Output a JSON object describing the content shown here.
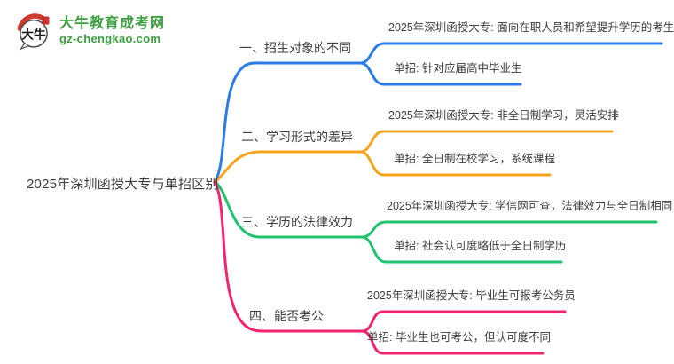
{
  "site": {
    "logo_icon": "daniu-ox-seal-logo",
    "logo_title": "大牛教育成考网",
    "logo_domain": "gz-chengkao.com",
    "brand_green": "#3c9e40",
    "seal_red": "#c8332b"
  },
  "mindmap": {
    "root": {
      "label": "2025年深圳函授大专与单招区别"
    },
    "text_color": "#3d3d3d",
    "branches": [
      {
        "label": "一、招生对象的不同",
        "color": "#2b7ce5",
        "children": [
          {
            "label": "2025年深圳函授大专: 面向在职人员和希望提升学历的考生"
          },
          {
            "label": "单招: 针对应届高中毕业生"
          }
        ]
      },
      {
        "label": "二、学习形式的差异",
        "color": "#f5a41c",
        "children": [
          {
            "label": "2025年深圳函授大专: 非全日制学习，灵活安排"
          },
          {
            "label": "单招: 全日制在校学习，系统课程"
          }
        ]
      },
      {
        "label": "三、学历的法律效力",
        "color": "#21c36e",
        "children": [
          {
            "label": "2025年深圳函授大专: 学信网可查，法律效力与全日制相同"
          },
          {
            "label": "单招: 社会认可度略低于全日制学历"
          }
        ]
      },
      {
        "label": "四、能否考公",
        "color": "#f2246e",
        "children": [
          {
            "label": "2025年深圳函授大专: 毕业生可报考公务员"
          },
          {
            "label": "单招: 毕业生也可考公，但认可度不同"
          }
        ]
      }
    ]
  }
}
